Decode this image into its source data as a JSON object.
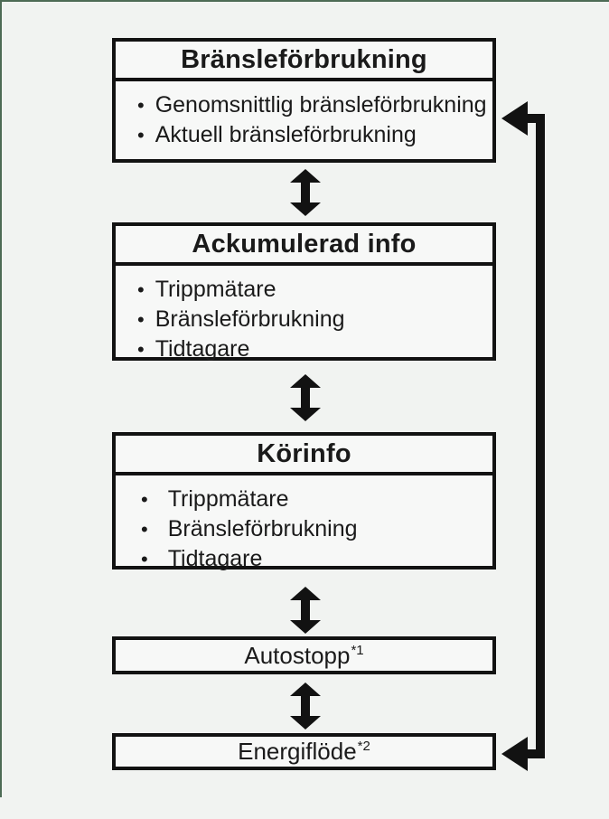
{
  "colors": {
    "background": "#f1f3f1",
    "box_fill": "#f7f8f7",
    "line": "#121212",
    "page_frame_green": "#4d6b55",
    "text": "#1a1a1a"
  },
  "diagram": {
    "bullet_char": "•",
    "boxes": [
      {
        "title": "Bränsleförbrukning",
        "items": [
          "Genomsnittlig bränsleförbrukning",
          "Aktuell bränsleförbrukning"
        ]
      },
      {
        "title": "Ackumulerad info",
        "items": [
          "Trippmätare",
          "Bränsleförbrukning",
          "Tidtagare"
        ]
      },
      {
        "title": "Körinfo",
        "items": [
          "Trippmätare",
          "Bränsleförbrukning",
          "Tidtagare"
        ]
      },
      {
        "label": "Autostopp",
        "superscript": "*1"
      },
      {
        "label": "Energiflöde",
        "superscript": "*2"
      }
    ]
  }
}
